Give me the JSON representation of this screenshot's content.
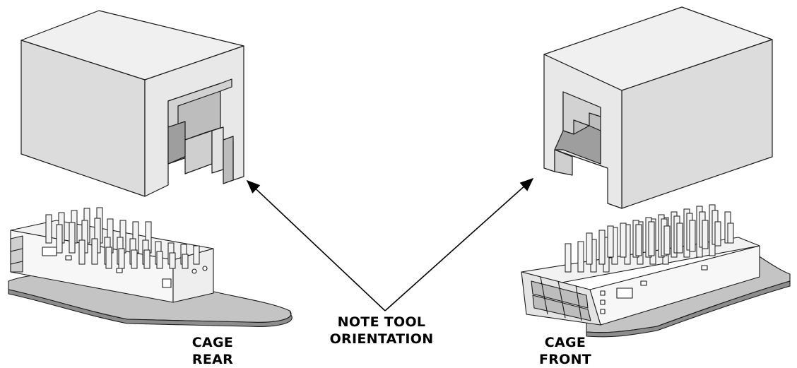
{
  "labels": {
    "cage_rear": [
      "CAGE",
      "REAR"
    ],
    "note": [
      "NOTE TOOL",
      "ORIENTATION"
    ],
    "cage_front": [
      "CAGE",
      "FRONT"
    ]
  },
  "colors": {
    "tool_top": "#f0f0f0",
    "tool_side": "#dcdcdc",
    "tool_front": "#e6e6e6",
    "tool_shadow": "#a9a9a9",
    "base": "#c4c4c4",
    "cage_body": "#f5f5f5",
    "outline": "#1a1a1a"
  }
}
